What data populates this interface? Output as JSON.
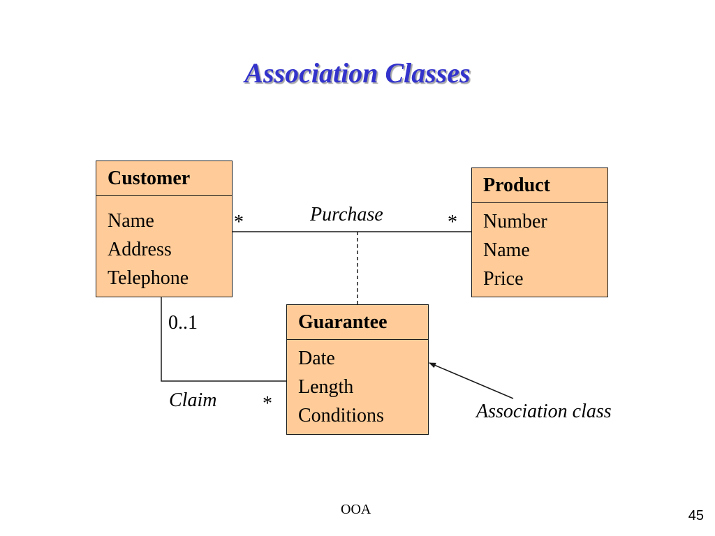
{
  "title": "Association Classes",
  "classes": {
    "customer": {
      "name": "Customer",
      "attributes": [
        "Name",
        "Address",
        "Telephone"
      ]
    },
    "product": {
      "name": "Product",
      "attributes": [
        "Number",
        "Name",
        "Price"
      ]
    },
    "guarantee": {
      "name": "Guarantee",
      "attributes": [
        "Date",
        "Length",
        "Conditions"
      ]
    }
  },
  "associations": {
    "purchase": {
      "label": "Purchase",
      "multiplicity_customer": "*",
      "multiplicity_product": "*"
    },
    "claim": {
      "label": "Claim",
      "multiplicity_customer": "0..1",
      "multiplicity_guarantee": "*"
    }
  },
  "annotation": {
    "label": "Association class"
  },
  "footer": {
    "center_text": "OOA",
    "page_number": "45"
  },
  "colors": {
    "title": "#3333cc",
    "class_fill": "#ffcc99",
    "lines": "#1a1a1a"
  }
}
